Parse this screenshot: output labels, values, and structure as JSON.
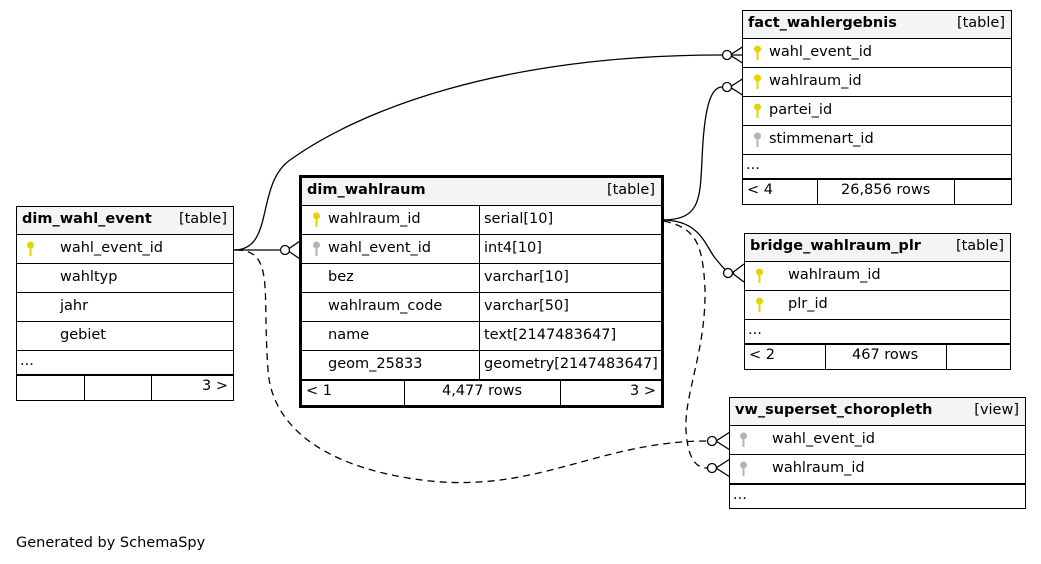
{
  "tables": {
    "dim_wahl_event": {
      "name": "dim_wahl_event",
      "type": "[table]",
      "columns": [
        "wahl_event_id",
        "wahltyp",
        "jahr",
        "gebiet"
      ],
      "ellipsis": "...",
      "footer_right": "3 >"
    },
    "dim_wahlraum": {
      "name": "dim_wahlraum",
      "type": "[table]",
      "columns": [
        {
          "name": "wahlraum_id",
          "datatype": "serial[10]"
        },
        {
          "name": "wahl_event_id",
          "datatype": "int4[10]"
        },
        {
          "name": "bez",
          "datatype": "varchar[10]"
        },
        {
          "name": "wahlraum_code",
          "datatype": "varchar[50]"
        },
        {
          "name": "name",
          "datatype": "text[2147483647]"
        },
        {
          "name": "geom_25833",
          "datatype": "geometry[2147483647]"
        }
      ],
      "footer_left": "< 1",
      "footer_mid": "4,477 rows",
      "footer_right": "3 >"
    },
    "fact_wahlergebnis": {
      "name": "fact_wahlergebnis",
      "type": "[table]",
      "columns": [
        "wahl_event_id",
        "wahlraum_id",
        "partei_id",
        "stimmenart_id"
      ],
      "ellipsis": "...",
      "footer_left": "< 4",
      "footer_mid": "26,856 rows"
    },
    "bridge_wahlraum_plr": {
      "name": "bridge_wahlraum_plr",
      "type": "[table]",
      "columns": [
        "wahlraum_id",
        "plr_id"
      ],
      "ellipsis": "...",
      "footer_left": "< 2",
      "footer_mid": "467 rows"
    },
    "vw_superset_choropleth": {
      "name": "vw_superset_choropleth",
      "type": "[view]",
      "columns": [
        "wahl_event_id",
        "wahlraum_id"
      ],
      "ellipsis": "..."
    }
  },
  "colors": {
    "primary_key": "#e3d400",
    "foreign_key": "#b4b4b4",
    "header_bg": "#f4f4f4"
  },
  "credit": "Generated by SchemaSpy"
}
